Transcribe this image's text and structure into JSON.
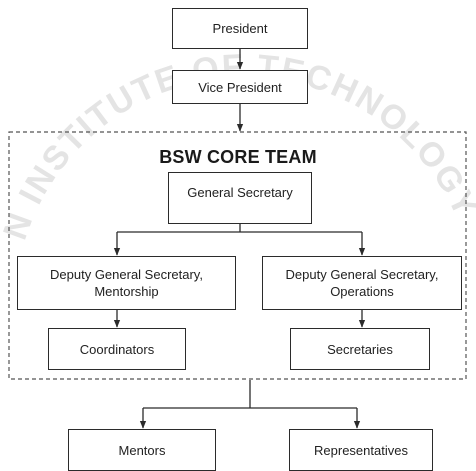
{
  "watermark": {
    "top_text": "...N INSTITUTE OF TECHNOLOGY...",
    "left_fragment": "STI",
    "center_text": "TUTE OF TEC",
    "right_fragment": "HNOLOGY"
  },
  "core_team": {
    "title": "BSW CORE TEAM"
  },
  "nodes": {
    "president": "President",
    "vice_president": "Vice President",
    "general_secretary": "General Secretary",
    "dgs_mentorship": "Deputy General Secretary,\nMentorship",
    "dgs_operations": "Deputy General Secretary,\nOperations",
    "coordinators": "Coordinators",
    "secretaries": "Secretaries",
    "mentors": "Mentors",
    "representatives": "Representatives"
  },
  "colors": {
    "line": "#2b2b2b",
    "box_border": "#2b2b2b",
    "dashed_border": "#555555",
    "watermark": "#e4e4e4"
  }
}
